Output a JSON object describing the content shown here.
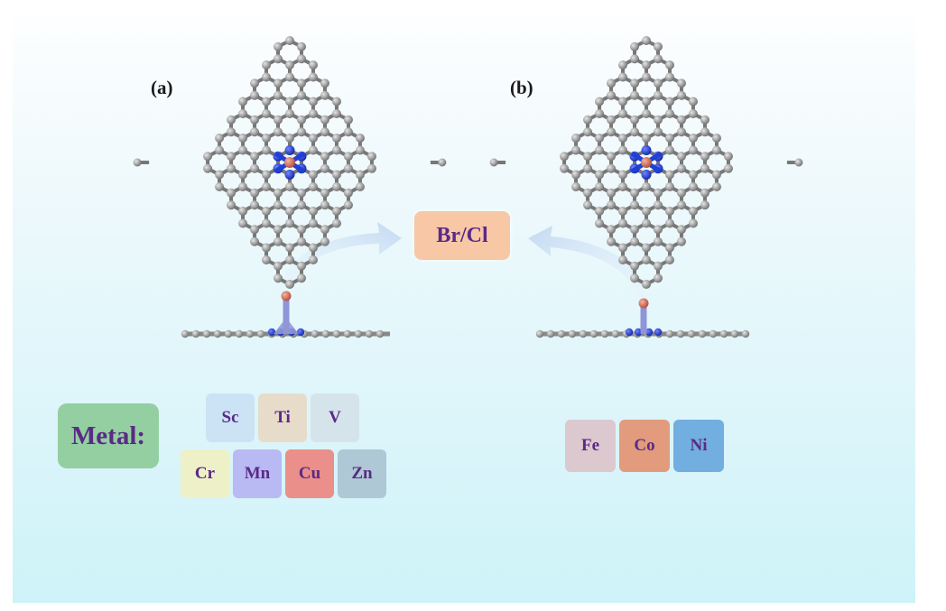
{
  "labels": {
    "panel_a": "(a)",
    "panel_b": "(b)",
    "halogen": "Br/Cl",
    "metal": "Metal:"
  },
  "metals_a": [
    {
      "symbol": "Sc",
      "color": "#cbe3f5"
    },
    {
      "symbol": "Ti",
      "color": "#e7dcc9"
    },
    {
      "symbol": "V",
      "color": "#d5e4ea"
    },
    {
      "symbol": "Cr",
      "color": "#eef1c7"
    },
    {
      "symbol": "Mn",
      "color": "#b9b9f4"
    },
    {
      "symbol": "Cu",
      "color": "#ea8f89"
    },
    {
      "symbol": "Zn",
      "color": "#aec8d6"
    }
  ],
  "metals_b": [
    {
      "symbol": "Fe",
      "color": "#dcc8cf"
    },
    {
      "symbol": "Co",
      "color": "#e29b7d"
    },
    {
      "symbol": "Ni",
      "color": "#72aedf"
    }
  ],
  "colors": {
    "carbon": "#8a8a8a",
    "nitrogen": "#1f3fd6",
    "metal_atom": "#d16b55",
    "halogen_atom": "#b8574a",
    "arrow": "#c9dbf1"
  }
}
